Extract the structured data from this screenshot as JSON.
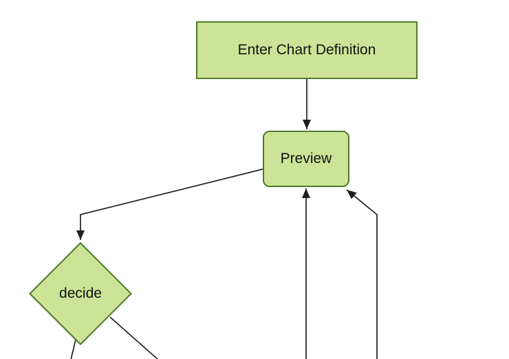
{
  "diagram": {
    "type": "flowchart",
    "orientation": "top-down",
    "background_color": "#ffffff",
    "node_style": {
      "fill": "#cde498",
      "border_color": "#4c7a28",
      "text_color": "#111111"
    },
    "edge_style": {
      "line_color": "#1f1f1f",
      "arrowhead_color": "#1f1f1f"
    },
    "nodes": {
      "enter": {
        "label": "Enter Chart Definition",
        "shape": "rectangle"
      },
      "preview": {
        "label": "Preview",
        "shape": "rounded-rectangle"
      },
      "decide": {
        "label": "decide",
        "shape": "diamond"
      }
    },
    "edges": [
      {
        "from": "enter",
        "to": "preview",
        "arrowhead": true,
        "enters": "preview-top"
      },
      {
        "from": "preview",
        "to": "decide",
        "arrowhead": true,
        "enters": "decide-top"
      },
      {
        "from": "decide",
        "to": "offscreen-bottom-left",
        "arrowhead": false,
        "exits": "decide-lower-left-edge"
      },
      {
        "from": "decide",
        "to": "offscreen-bottom-right",
        "arrowhead": false,
        "exits": "decide-lower-right-edge"
      },
      {
        "from": "offscreen-bottom",
        "to": "preview",
        "arrowhead": true,
        "enters": "preview-bottom"
      },
      {
        "from": "offscreen-bottom",
        "to": "preview",
        "arrowhead": true,
        "enters": "preview-bottom-right-corner"
      }
    ]
  }
}
